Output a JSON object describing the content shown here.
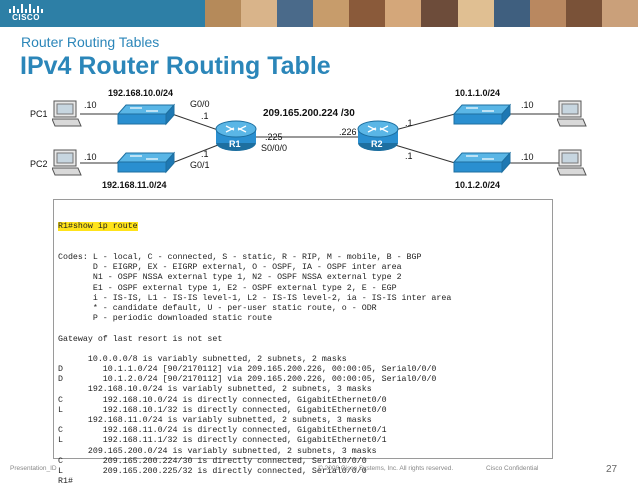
{
  "header": {
    "logo_text": "CISCO",
    "photos": [
      {
        "color": "#b58a5a"
      },
      {
        "color": "#d9b48a"
      },
      {
        "color": "#4a6a8a"
      },
      {
        "color": "#c79c6b"
      },
      {
        "color": "#8a5a3a"
      },
      {
        "color": "#d4a77a"
      },
      {
        "color": "#6d4c3a"
      },
      {
        "color": "#e0bf92"
      },
      {
        "color": "#3f5f7f"
      },
      {
        "color": "#b98860"
      },
      {
        "color": "#7a5238"
      },
      {
        "color": "#caa07a"
      }
    ]
  },
  "subtitle": "Router Routing Tables",
  "title": "IPv4 Router Routing Table",
  "topology": {
    "net_top_left": "192.168.10.0/24",
    "net_bottom_left": "192.168.11.0/24",
    "net_top_right": "10.1.1.0/24",
    "net_bottom_right": "10.1.2.0/24",
    "serial_net": "209.165.200.224 /30",
    "pc1": "PC1",
    "pc2": "PC2",
    "r1": "R1",
    "r2": "R2",
    "pc1_ip": ".10",
    "pc2_ip": ".10",
    "right_top_ip": ".10",
    "right_bottom_ip": ".10",
    "g00": "G0/0",
    "g01": "G0/1",
    "r1_g00_ip": ".1",
    "r1_g01_ip": ".1",
    "r1_serial_ip": ".225",
    "r1_serial_if": "S0/0/0",
    "r2_serial_ip": ".226",
    "r2_top_ip": ".1",
    "r2_bottom_ip": ".1"
  },
  "cli": {
    "prompt": "R1#",
    "command": "show ip route",
    "lines": [
      "Codes: L - local, C - connected, S - static, R - RIP, M - mobile, B - BGP",
      "       D - EIGRP, EX - EIGRP external, O - OSPF, IA - OSPF inter area",
      "       N1 - OSPF NSSA external type 1, N2 - OSPF NSSA external type 2",
      "       E1 - OSPF external type 1, E2 - OSPF external type 2, E - EGP",
      "       i - IS-IS, L1 - IS-IS level-1, L2 - IS-IS level-2, ia - IS-IS inter area",
      "       * - candidate default, U - per-user static route, o - ODR",
      "       P - periodic downloaded static route",
      "",
      "Gateway of last resort is not set",
      "",
      "      10.0.0.0/8 is variably subnetted, 2 subnets, 2 masks",
      "D        10.1.1.0/24 [90/2170112] via 209.165.200.226, 00:00:05, Serial0/0/0",
      "D        10.1.2.0/24 [90/2170112] via 209.165.200.226, 00:00:05, Serial0/0/0",
      "      192.168.10.0/24 is variably subnetted, 2 subnets, 3 masks",
      "C        192.168.10.0/24 is directly connected, GigabitEthernet0/0",
      "L        192.168.10.1/32 is directly connected, GigabitEthernet0/0",
      "      192.168.11.0/24 is variably subnetted, 2 subnets, 3 masks",
      "C        192.168.11.0/24 is directly connected, GigabitEthernet0/1",
      "L        192.168.11.1/32 is directly connected, GigabitEthernet0/1",
      "      209.165.200.0/24 is variably subnetted, 2 subnets, 3 masks",
      "C        209.165.200.224/30 is directly connected, Serial0/0/0",
      "L        209.165.200.225/32 is directly connected, Serial0/0/0",
      "R1#"
    ]
  },
  "footer": {
    "left": "Presentation_ID",
    "center": "© 2008 Cisco Systems, Inc. All rights reserved.",
    "right": "Cisco Confidential",
    "page": "27"
  },
  "colors": {
    "title": "#2b86b9",
    "router": "#2a8fd0",
    "switch": "#37a0d8",
    "highlight": "#ffe31a"
  }
}
